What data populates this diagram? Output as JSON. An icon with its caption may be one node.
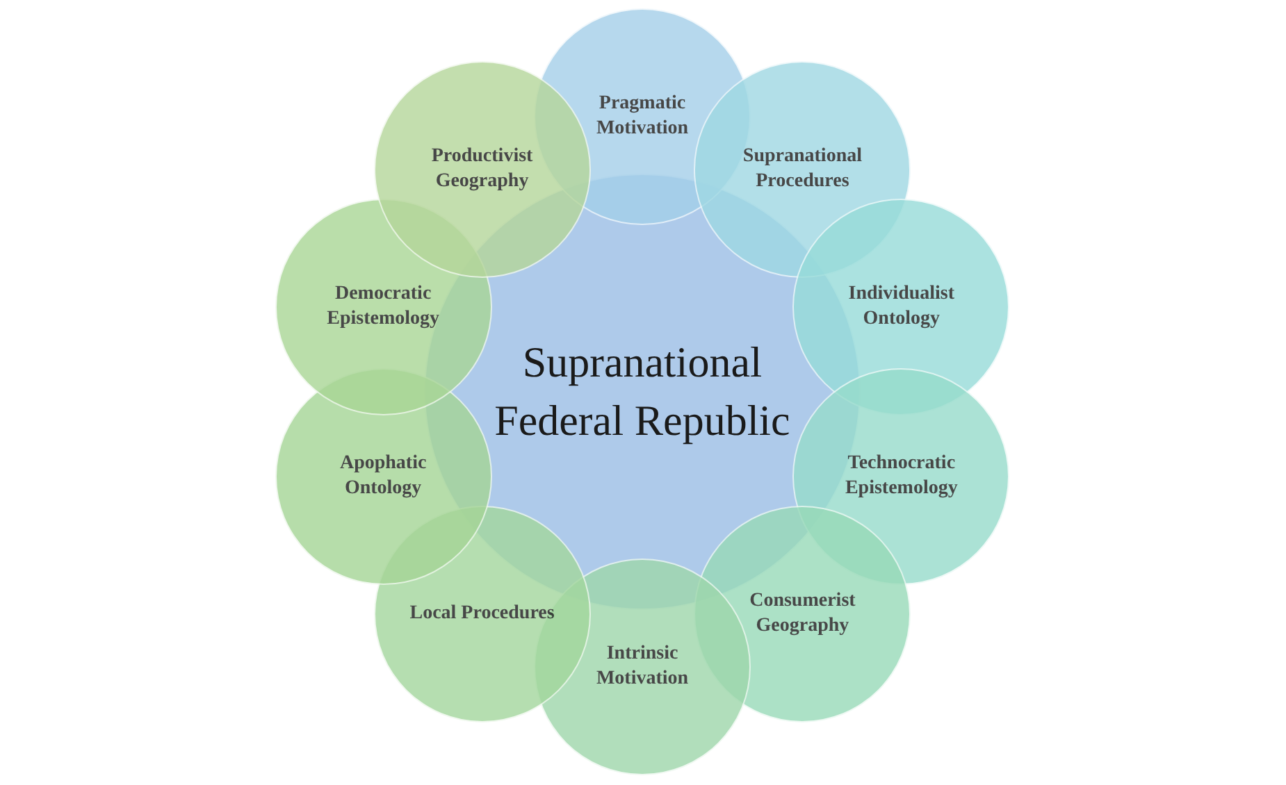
{
  "diagram": {
    "nodes": [
      {
        "text": [
          "Supranational Federal Republic"
        ]
      },
      {
        "text": [
          "Pragmatic Motivation"
        ]
      },
      {
        "text": [
          "Supranational Procedures"
        ]
      },
      {
        "text": [
          "Individualist Ontology"
        ]
      },
      {
        "text": [
          "Technocratic Epistemology"
        ]
      },
      {
        "text": [
          "Consumerist Geography"
        ]
      },
      {
        "text": [
          "Intrinsic Motivation"
        ]
      },
      {
        "text": [
          "Local Procedures"
        ]
      },
      {
        "text": [
          "Apophatic Ontology"
        ]
      },
      {
        "text": [
          "Democratic Epistemology"
        ]
      },
      {
        "text": [
          "Productivist Geography"
        ]
      }
    ]
  }
}
